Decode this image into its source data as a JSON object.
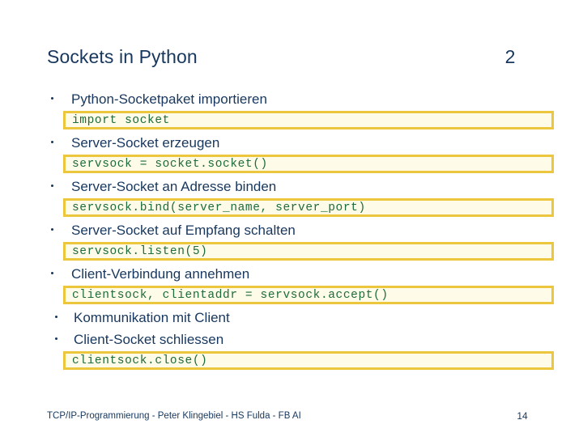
{
  "header": {
    "title": "Sockets in Python",
    "slide_number": "2"
  },
  "colors": {
    "title_blue": "#17375e",
    "code_green": "#1d6b3f",
    "code_box_fill": "#fefbe8",
    "code_box_border": "#ecc73e",
    "background": "#ffffff"
  },
  "body_blocks": [
    {
      "kind": "bullet",
      "level": 1,
      "text": "Python-Socketpaket importieren"
    },
    {
      "kind": "code",
      "text": "import socket"
    },
    {
      "kind": "bullet",
      "level": 1,
      "text": "Server-Socket erzeugen"
    },
    {
      "kind": "code",
      "text": "servsock = socket.socket()"
    },
    {
      "kind": "bullet",
      "level": 1,
      "text": "Server-Socket an Adresse binden"
    },
    {
      "kind": "code",
      "text": "servsock.bind(server_name, server_port)"
    },
    {
      "kind": "bullet",
      "level": 1,
      "text": "Server-Socket auf Empfang schalten"
    },
    {
      "kind": "code",
      "text": "servsock.listen(5)"
    },
    {
      "kind": "bullet",
      "level": 1,
      "text": "Client-Verbindung annehmen"
    },
    {
      "kind": "code",
      "text": "clientsock, clientaddr = servsock.accept()"
    },
    {
      "kind": "bullet",
      "level": 2,
      "text": "Kommunikation mit Client"
    },
    {
      "kind": "bullet",
      "level": 2,
      "text": "Client-Socket schliessen"
    },
    {
      "kind": "code",
      "text": "clientsock.close()"
    }
  ],
  "footer": {
    "text": "TCP/IP-Programmierung - Peter Klingebiel - HS Fulda - FB AI",
    "page_number": "14"
  }
}
